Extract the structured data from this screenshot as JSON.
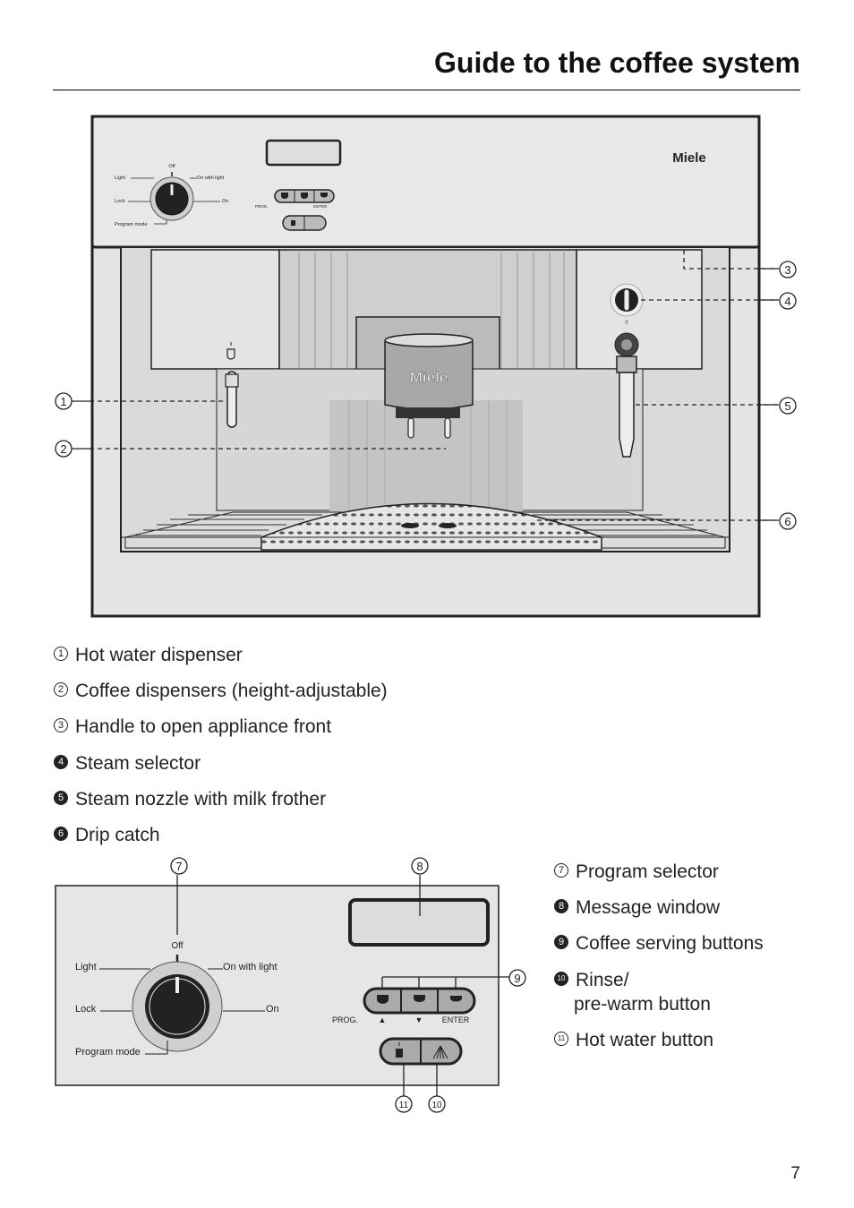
{
  "header": {
    "title": "Guide to the coffee system"
  },
  "brand": "Miele",
  "panel_labels": {
    "off": "Off",
    "light": "Light",
    "on_with_light": "On with light",
    "lock": "Lock",
    "on": "On",
    "program_mode": "Program mode",
    "prog": "PROG.",
    "enter": "ENTER",
    "arrow_up": "▲",
    "arrow_down": "▼"
  },
  "callouts": {
    "c1": "1",
    "c2": "2",
    "c3": "3",
    "c4": "4",
    "c5": "5",
    "c6": "6",
    "c7": "7",
    "c8": "8",
    "c9": "9",
    "c10": "10",
    "c11": "11"
  },
  "legend_main": [
    {
      "num": "1",
      "text": "Hot water dispenser"
    },
    {
      "num": "2",
      "text": "Coffee dispensers (height-adjustable)"
    },
    {
      "num": "3",
      "text": "Handle to open appliance front"
    },
    {
      "num": "4",
      "text": "Steam selector"
    },
    {
      "num": "5",
      "text": "Steam nozzle with milk frother"
    },
    {
      "num": "6",
      "text": "Drip catch"
    }
  ],
  "legend_panel": [
    {
      "num": "7",
      "text": "Program selector"
    },
    {
      "num": "8",
      "text": "Message window"
    },
    {
      "num": "9",
      "text": "Coffee serving buttons"
    },
    {
      "num": "10",
      "text": "Rinse/",
      "text2": "pre-warm button"
    },
    {
      "num": "11",
      "text": "Hot water button"
    }
  ],
  "page_number": "7"
}
